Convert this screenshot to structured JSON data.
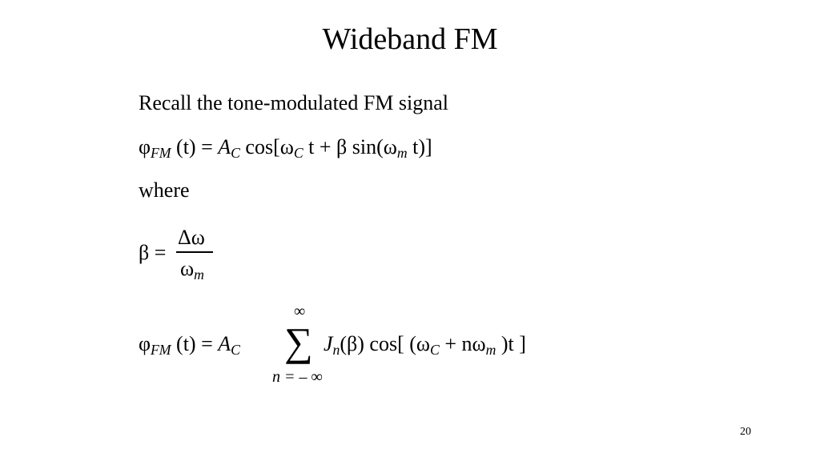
{
  "slide": {
    "title": "Wideband FM",
    "intro": "Recall the tone-modulated FM signal",
    "where": "where",
    "page_number": "20"
  },
  "eq1": {
    "phi": "φ",
    "phi_sub": "FM",
    "arg": "(t) = ",
    "A": "A",
    "A_sub": "C",
    "cos_open": " cos[ω",
    "omega_sub": "C",
    "t_plus_beta_sin": " t + β sin(ω",
    "m_sub": "m",
    "close": " t)]"
  },
  "eq2": {
    "beta_eq": "β =",
    "numerator": "Δω",
    "denominator": "ω",
    "denominator_sub": "m"
  },
  "eq3": {
    "phi": "φ",
    "phi_sub": "FM",
    "arg": "(t) = ",
    "A": "A",
    "A_sub": "C",
    "sum": "∑",
    "upper_limit": "∞",
    "lower_limit": "n = – ∞",
    "J": "J",
    "J_sub": "n",
    "beta_cos": "(β) cos[ (ω",
    "omega_sub": "C",
    "plus_n": " + nω",
    "m_sub": "m",
    "close": " )t ]"
  }
}
